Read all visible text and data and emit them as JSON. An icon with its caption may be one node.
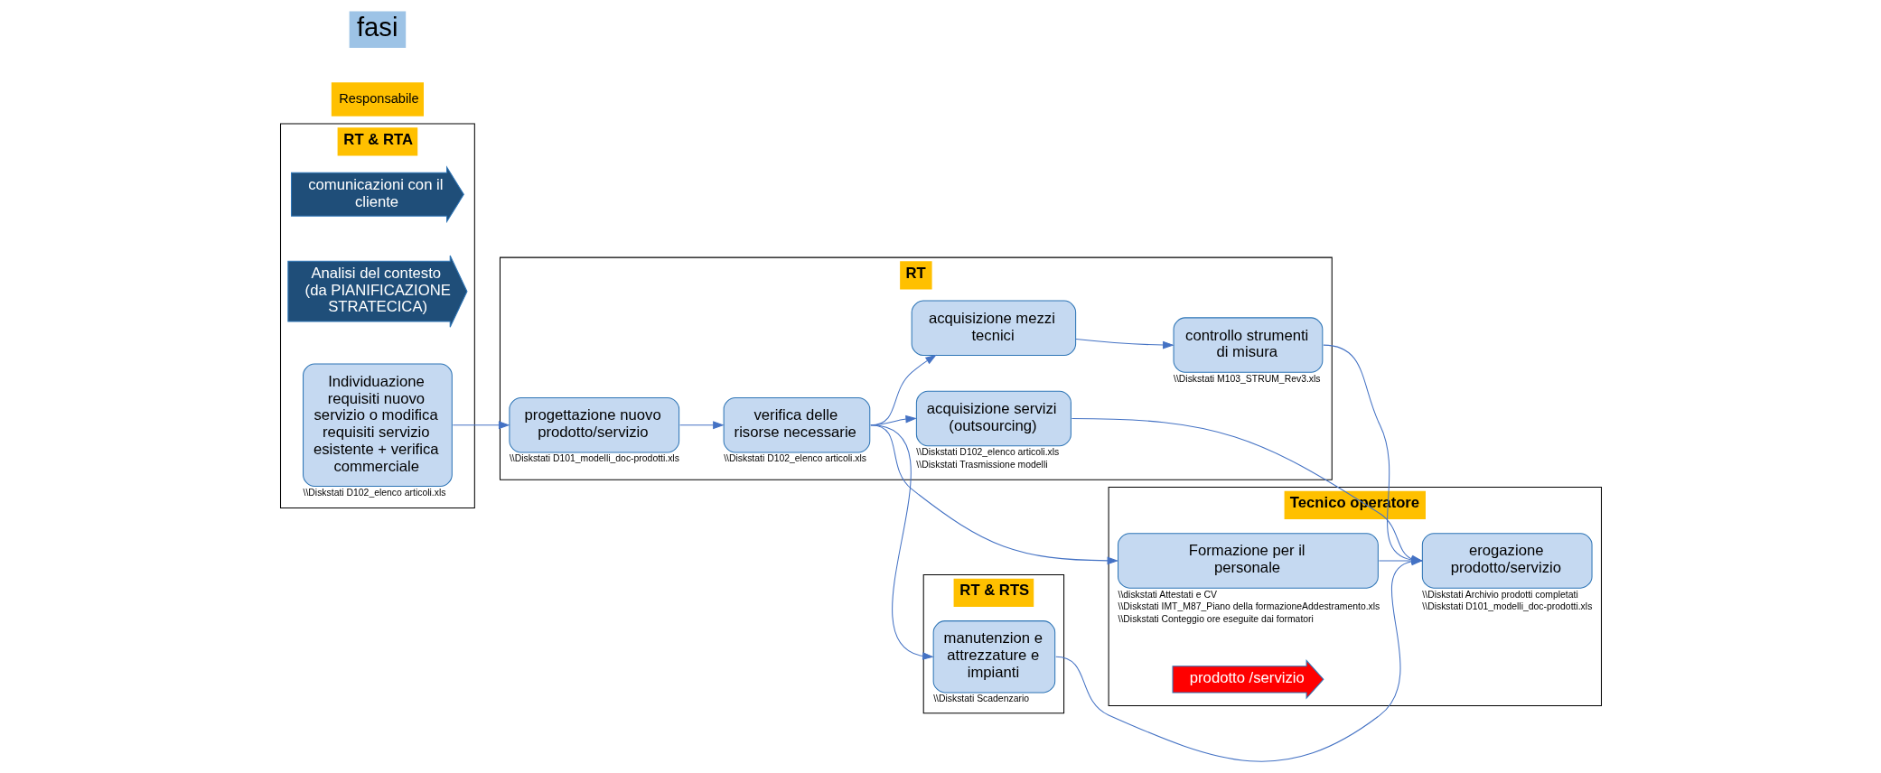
{
  "diagram": {
    "nodes": [
      {
        "text": [
          "RT & RTA"
        ]
      },
      {
        "text": [
          "RT"
        ]
      },
      {
        "text": [
          "RT & RTS"
        ]
      },
      {
        "text": [
          "Tecnico operatore"
        ]
      },
      {
        "text": [
          "comunicazioni con il cliente"
        ],
        "in": 0
      },
      {
        "text": [
          "Analisi del contesto (da PIANIFICAZIONE STRATECICA)"
        ],
        "in": 0
      },
      {
        "text": [
          "Individuazione requisiti nuovo servizio o modifica requisiti servizio esistente + verifica commerciale"
        ],
        "in": 0,
        "beside": [
          "\\\\Diskstati D102_elenco articoli.xls"
        ]
      },
      {
        "text": [
          "progettazione nuovo prodotto/servizio"
        ],
        "in": 1,
        "beside": [
          "\\\\Diskstati D101_modelli_doc-prodotti.xls"
        ]
      },
      {
        "text": [
          "verifica delle risorse necessarie"
        ],
        "in": 1,
        "beside": [
          "\\\\Diskstati D102_elenco articoli.xls"
        ]
      },
      {
        "text": [
          "acquisizione mezzi tecnici"
        ],
        "in": 1
      },
      {
        "text": [
          "acquisizione servizi (outsourcing)"
        ],
        "in": 1,
        "beside": [
          "\\\\Diskstati D102_elenco articoli.xls",
          "\\\\Diskstati Trasmissione modelli"
        ]
      },
      {
        "text": [
          "controllo strumenti di misura"
        ],
        "in": 1,
        "beside": [
          "\\\\Diskstati M103_STRUM_Rev3.xls"
        ]
      },
      {
        "text": [
          "manutenzion e attrezzature e impianti"
        ],
        "in": 2,
        "beside": [
          "\\\\Diskstati Scadenzario"
        ]
      },
      {
        "text": [
          "Formazione per il personale"
        ],
        "in": 3,
        "beside": [
          "\\\\diskstati Attestati e CV",
          "\\\\Diskstati IMT_M87_Piano della formazioneAddestramento.xls",
          "\\\\Diskstati Conteggio ore eseguite dai formatori"
        ]
      },
      {
        "text": [
          "erogazione prodotto/servizio"
        ],
        "in": 3,
        "beside": [
          "\\\\Diskstati Archivio prodotti completati",
          "\\\\Diskstati D101_modelli_doc-prodotti.xls"
        ]
      },
      {
        "text": [
          "prodotto /servizio"
        ],
        "in": 3
      }
    ],
    "edges": [
      {
        "from": 6,
        "to": 7,
        "arrow": "to"
      },
      {
        "from": 7,
        "to": 8,
        "arrow": "to"
      },
      {
        "from": 8,
        "to": 13,
        "arrow": "to"
      },
      {
        "from": 8,
        "to": 9,
        "arrow": "to"
      },
      {
        "from": 8,
        "to": 10,
        "arrow": "to"
      },
      {
        "from": 8,
        "to": 12,
        "arrow": "to"
      },
      {
        "from": 9,
        "to": 11,
        "arrow": "to"
      },
      {
        "from": 10,
        "to": 14,
        "arrow": "to"
      },
      {
        "from": 11,
        "to": 14,
        "arrow": "to"
      },
      {
        "from": 12,
        "to": 14,
        "arrow": "to"
      },
      {
        "from": 13,
        "to": 14,
        "arrow": "to"
      }
    ],
    "labels": [
      "Responsabile",
      "fasi"
    ]
  }
}
